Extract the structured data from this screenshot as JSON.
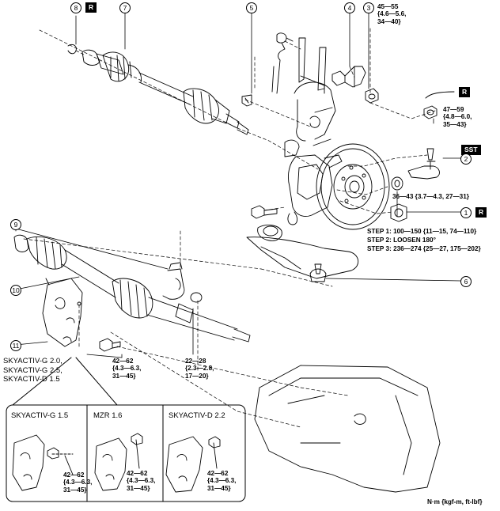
{
  "callouts": [
    "8",
    "7",
    "5",
    "4",
    "3",
    "2",
    "1",
    "9",
    "10",
    "6",
    "11"
  ],
  "tags": {
    "r": "R",
    "sst": "SST"
  },
  "torques": {
    "t3": "45—55\n{4.6—5.6,\n34—40}",
    "t_upper_right": "47—59\n{4.8—6.0,\n35—43}",
    "t_washer": "36—43 {3.7—4.3, 27—31}",
    "step1": "STEP 1: 100—150 {11—15, 74—110}",
    "step2": "STEP 2: LOOSEN 180°",
    "step3": "STEP 3: 236—274 {25—27, 175—202}",
    "t_bracket_bolt": "42—62\n{4.3—6.3,\n31—45}",
    "t_bearing_bolt": "22—28\n{2.3—2.8,\n17—20}",
    "inset_torque": "42—62\n{4.3—6.3,\n31—45}"
  },
  "engines": {
    "main": "SKYACTIV-G 2.0,\nSKYACTIV-G 2.5,\nSKYACTIV-D 1.5",
    "inset1": "SKYACTIV-G 1.5",
    "inset2": "MZR 1.6",
    "inset3": "SKYACTIV-D 2.2"
  },
  "unit_label": "N·m {kgf-m, ft-lbf}",
  "colors": {
    "line": "#000000",
    "background": "#ffffff"
  }
}
